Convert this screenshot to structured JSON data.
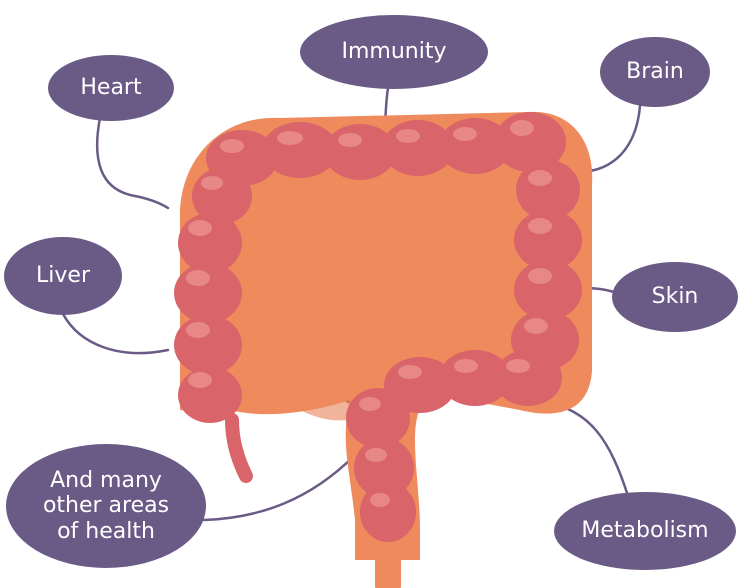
{
  "colors": {
    "bubble": "#6a5a86",
    "bubble_text": "#ffffff",
    "connector": "#6a5a86",
    "large_intestine": "#d9646a",
    "intestine_outline": "#ee8a5c",
    "small_intestine_background": "#efb49a",
    "small_intestine_loops": "#e08e8e",
    "small_intestine_dark": "#c9705e"
  },
  "labels": {
    "heart": "Heart",
    "immunity": "Immunity",
    "brain": "Brain",
    "liver": "Liver",
    "skin": "Skin",
    "other": "And many\nother areas\nof health",
    "metabolism": "Metabolism"
  }
}
